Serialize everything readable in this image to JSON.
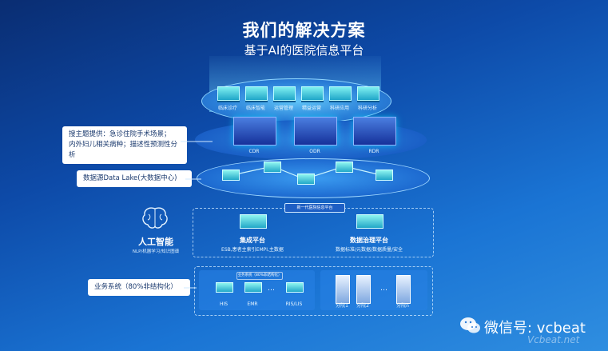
{
  "title": "我们的解决方案",
  "subtitle": "基于AI的医院信息平台",
  "top_layer": {
    "items": [
      "临床诊疗",
      "临床智能",
      "运营管理",
      "精益运营",
      "科研应用",
      "科研分析"
    ]
  },
  "middle_layer": {
    "items": [
      "CDR",
      "ODR",
      "RDR"
    ]
  },
  "callouts": {
    "topic_line1": "搜主题提供：急诊住院手术场景；",
    "topic_line2": "内外妇儿相关病种；描述性预测性分析",
    "datalake": "数据源Data Lake(大数据中心)",
    "business": "业务系统（80%非结构化）"
  },
  "ai": {
    "title": "人工智能",
    "sub": "NLP/机器学习/知识图谱",
    "icon": "brain-icon"
  },
  "platform": {
    "header": "新一代医院信息平台",
    "integration_title": "集成平台",
    "integration_sub": "ESB,患者主索引EMPI,主数据",
    "governance_title": "数据治理平台",
    "governance_sub": "数据标准/元数据/数据质量/安全"
  },
  "business": {
    "left_header": "业务系统（80%非结构化）",
    "left_items": [
      "HIS",
      "EMR",
      "RIS/LIS"
    ],
    "ellipsis": "…",
    "right_items": [
      "分院1",
      "分院2",
      "分院n"
    ]
  },
  "watermark": {
    "text": "微信号: vcbeat",
    "sub": "Vcbeat.net",
    "icon": "wechat-icon"
  },
  "colors": {
    "accent": "#1a74d4",
    "cyan": "#22c8e0"
  }
}
